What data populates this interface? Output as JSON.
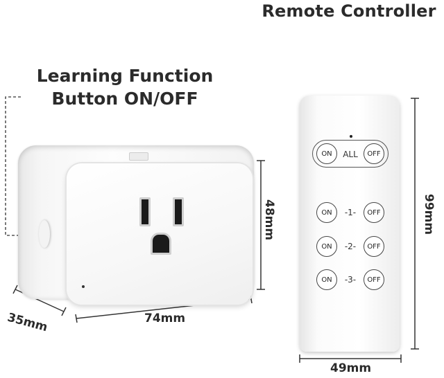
{
  "title": "Remote Controller",
  "learning_label": {
    "line1": "Learning Function",
    "line2": "Button ON/OFF"
  },
  "dimensions": {
    "plug_height": "48mm",
    "plug_depth": "35mm",
    "plug_width": "74mm",
    "remote_height": "99mm",
    "remote_width": "49mm"
  },
  "remote": {
    "rows": [
      {
        "on": "ON",
        "label": "ALL",
        "off": "OFF"
      },
      {
        "on": "ON",
        "label": "-1-",
        "off": "OFF"
      },
      {
        "on": "ON",
        "label": "-2-",
        "off": "OFF"
      },
      {
        "on": "ON",
        "label": "-3-",
        "off": "OFF"
      }
    ]
  }
}
